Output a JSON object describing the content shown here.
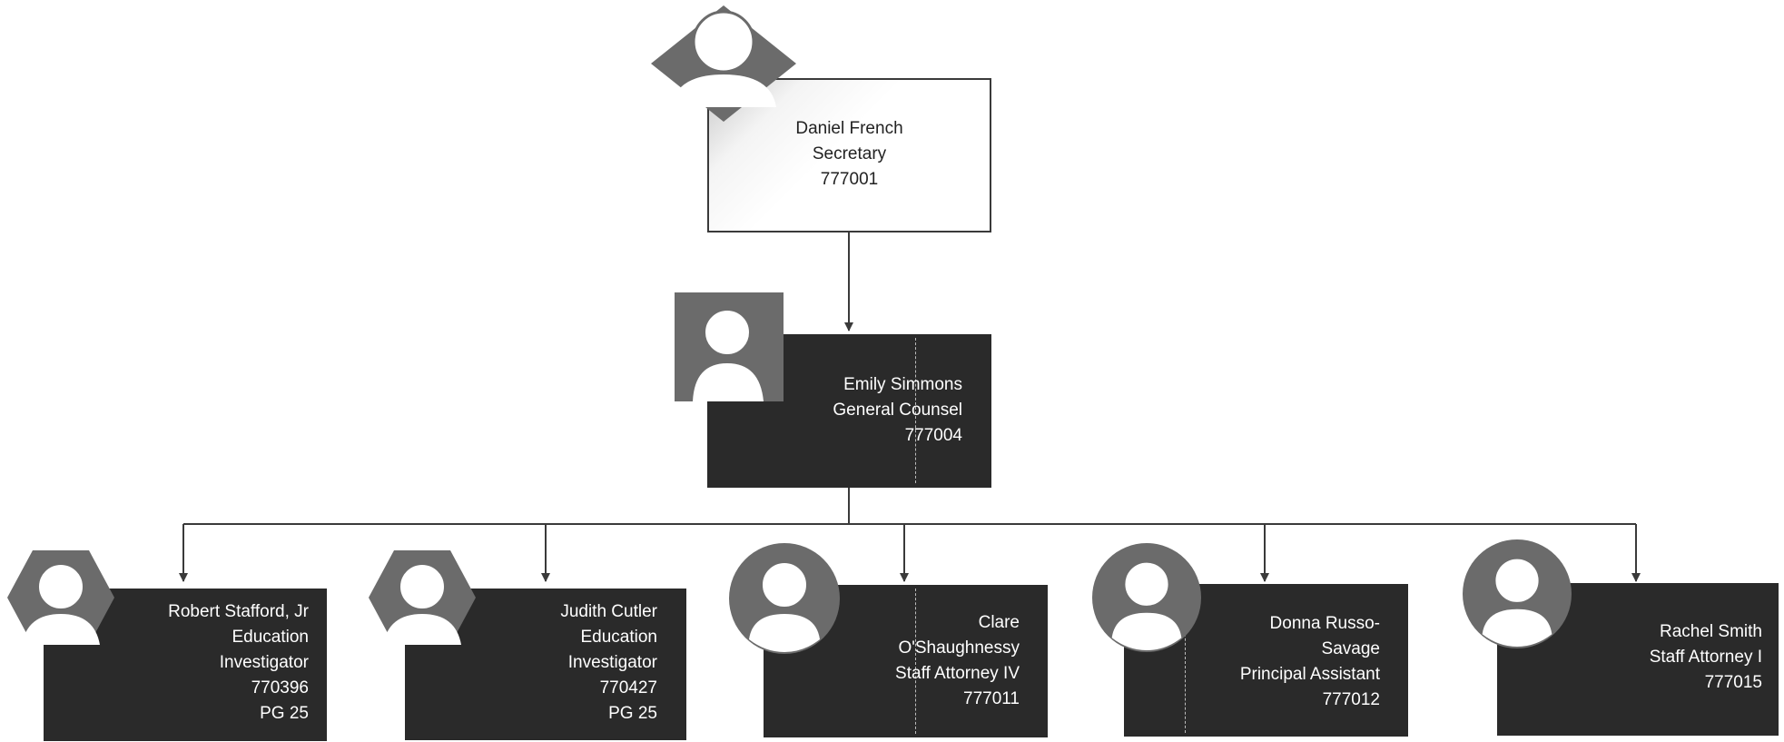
{
  "nodes": [
    {
      "id": "daniel-french",
      "lines": [
        "Daniel French",
        "Secretary",
        "777001"
      ]
    },
    {
      "id": "emily-simmons",
      "lines": [
        "Emily Simmons",
        "General Counsel",
        "777004"
      ]
    },
    {
      "id": "robert-stafford",
      "lines": [
        "Robert Stafford, Jr",
        "Education",
        "Investigator",
        "770396",
        "PG 25"
      ]
    },
    {
      "id": "judith-cutler",
      "lines": [
        "Judith Cutler",
        "Education",
        "Investigator",
        "770427",
        "PG 25"
      ]
    },
    {
      "id": "clare-oshaughnessy",
      "lines": [
        "Clare",
        "O'Shaughnessy",
        "Staff Attorney IV",
        "777011"
      ]
    },
    {
      "id": "donna-russo-savage",
      "lines": [
        "Donna Russo-",
        "Savage",
        "Principal Assistant",
        "777012"
      ]
    },
    {
      "id": "rachel-smith",
      "lines": [
        "Rachel Smith",
        "Staff Attorney I",
        "777015"
      ]
    }
  ],
  "edges": [
    {
      "from": "daniel-french",
      "to": "emily-simmons"
    },
    {
      "from": "emily-simmons",
      "to": "robert-stafford"
    },
    {
      "from": "emily-simmons",
      "to": "judith-cutler"
    },
    {
      "from": "emily-simmons",
      "to": "clare-oshaughnessy"
    },
    {
      "from": "emily-simmons",
      "to": "donna-russo-savage"
    },
    {
      "from": "emily-simmons",
      "to": "rachel-smith"
    }
  ],
  "colors": {
    "box_dark": "#2a2a2a",
    "box_light_border": "#3a3a3a",
    "avatar_shape": "#6b6b6b",
    "avatar_figure": "#ffffff",
    "connector": "#3a3a3a"
  }
}
